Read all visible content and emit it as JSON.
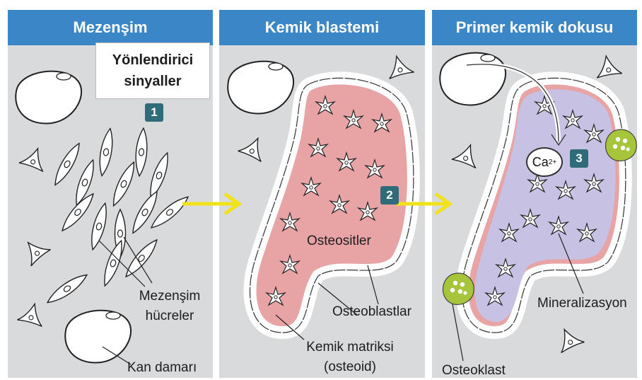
{
  "panels": [
    {
      "title": "Mezenşim"
    },
    {
      "title": "Kemik blastemi"
    },
    {
      "title": "Primer kemik dokusu"
    }
  ],
  "signal_box": {
    "line1": "Yönlendirici",
    "line2": "sinyaller"
  },
  "steps": [
    "1",
    "2",
    "3"
  ],
  "calcium": {
    "symbol": "Ca",
    "charge": "2+"
  },
  "labels": {
    "mesenchyme_cells_1": "Mezenşim",
    "mesenchyme_cells_2": "hücreler",
    "blood_vessel": "Kan damarı",
    "osteocytes": "Osteositler",
    "osteoblasts": "Osteoblastlar",
    "bone_matrix_1": "Kemik matriksi",
    "bone_matrix_2": "(osteoid)",
    "mineralization": "Mineralizasyon",
    "osteoclast": "Osteoklast"
  },
  "colors": {
    "header": "#3a86c6",
    "panel_bg": "#d8dadb",
    "osteoid": "#e8a3a5",
    "mineralized": "#c7c1e3",
    "osteoclast": "#a7c53b",
    "arrow": "#f2e21a",
    "step_badge": "#2f6b78"
  }
}
